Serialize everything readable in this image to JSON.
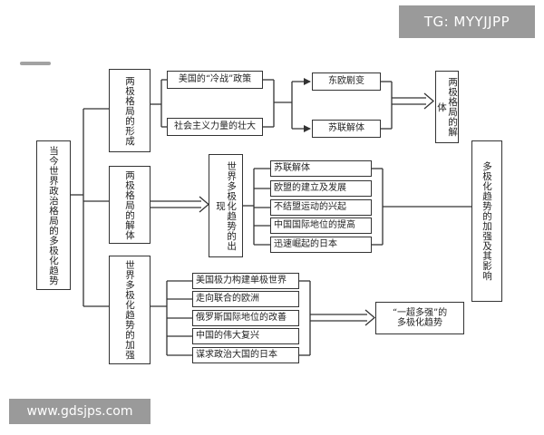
{
  "watermark": {
    "tg": "TG: MYYJJPP",
    "site": "www.gdsjps.com"
  },
  "diagram": {
    "root": "当今世界政治格局的多极化趋势",
    "branch1": {
      "title": "两极格局的形成",
      "items": [
        "美国的“冷战”政策",
        "社会主义力量的壮大"
      ],
      "events": [
        "东欧剧变",
        "苏联解体"
      ],
      "result": "两极格局的解体"
    },
    "branch2": {
      "title": "两极格局的解体",
      "middle": "世界多极化趋势的出现",
      "items": [
        "苏联解体",
        "欧盟的建立及发展",
        "不结盟运动的兴起",
        "中国国际地位的提高",
        "迅速崛起的日本"
      ]
    },
    "branch3": {
      "title": "世界多极化趋势的加强",
      "items": [
        "美国极力构建单极世界",
        "走向联合的欧洲",
        "俄罗斯国际地位的改善",
        "中国的伟大复兴",
        "谋求政治大国的日本"
      ],
      "result_line1": "“一超多强”的",
      "result_line2": "多极化趋势"
    },
    "right": "多极化趋势的加强及其影响"
  }
}
